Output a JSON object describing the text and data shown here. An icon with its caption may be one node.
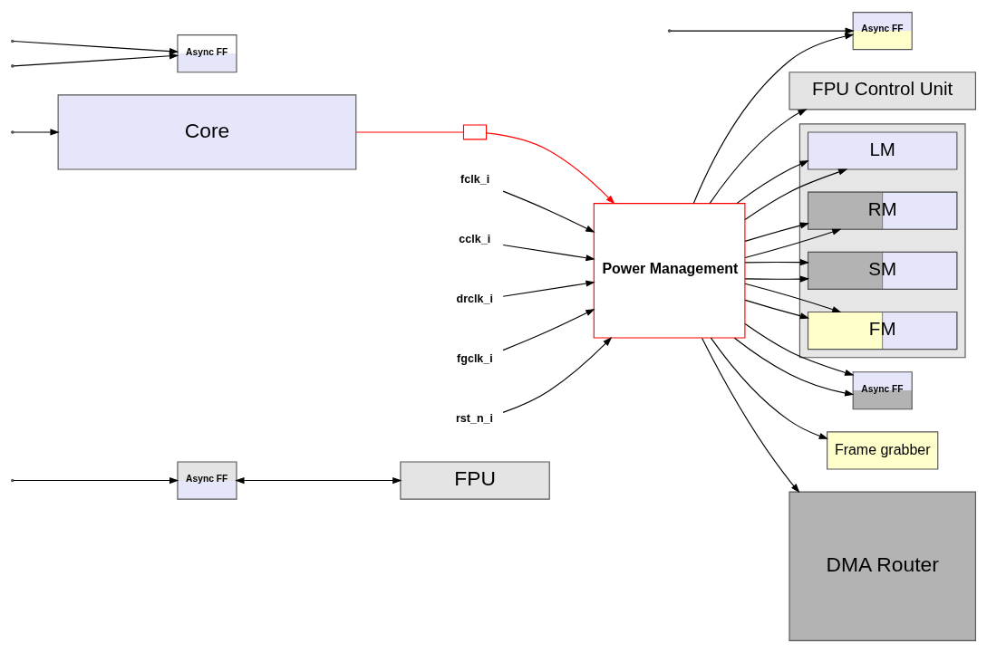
{
  "diagram": {
    "nodes": [
      {
        "text": [
          "FPU"
        ]
      },
      {
        "text": [
          "FPU Control Unit"
        ]
      },
      {
        "text": [
          "Async FF"
        ]
      },
      {
        "text": [
          "Async FF"
        ]
      },
      {
        "text": [
          "Power Management"
        ]
      },
      {
        "text": [],
        "shape": "box"
      },
      {
        "text": [
          "Core"
        ]
      },
      {
        "text": [],
        "shape": "box"
      },
      {
        "text": [
          "LM"
        ],
        "in": 7
      },
      {
        "text": [
          "RM"
        ],
        "in": 7
      },
      {
        "text": [
          "SM"
        ],
        "in": 7
      },
      {
        "text": [
          "FM"
        ],
        "in": 7
      },
      {
        "text": [
          "Async FF"
        ]
      },
      {
        "text": [
          "Async FF"
        ]
      },
      {
        "text": [
          "Frame grabber"
        ]
      },
      {
        "text": [
          "DMA Router"
        ]
      },
      {
        "text": [
          "fclk_i"
        ]
      },
      {
        "text": [
          "cclk_i"
        ]
      },
      {
        "text": [
          "drclk_i"
        ]
      },
      {
        "text": [
          "fgclk_i"
        ]
      },
      {
        "text": [
          "rst_n_i"
        ]
      }
    ],
    "edges": [
      {
        "from": 16,
        "to": 4,
        "arrow": "to"
      },
      {
        "from": 17,
        "to": 4,
        "arrow": "to"
      },
      {
        "from": 18,
        "to": 4,
        "arrow": "to"
      },
      {
        "from": 19,
        "to": 4,
        "arrow": "to"
      },
      {
        "from": 20,
        "to": 4,
        "arrow": "to"
      },
      {
        "from": 6,
        "to": 5,
        "arrow": "none",
        "color": "#ff0000"
      },
      {
        "from": 5,
        "to": 4,
        "arrow": "to",
        "color": "#ff0000"
      },
      {
        "from": 4,
        "to": 1,
        "arrow": "to"
      },
      {
        "from": 2,
        "to": 0,
        "arrow": "both"
      },
      {
        "from": null,
        "to": 3,
        "arrow": "to"
      },
      {
        "from": null,
        "to": 2,
        "arrow": "to"
      },
      {
        "from": null,
        "to": 3,
        "arrow": "to"
      },
      {
        "from": null,
        "to": 6,
        "arrow": "to"
      },
      {
        "from": null,
        "to": 13,
        "arrow": "to"
      },
      {
        "from": 4,
        "to": 12,
        "arrow": "to"
      },
      {
        "from": 4,
        "to": 8,
        "arrow": "to"
      },
      {
        "from": 4,
        "to": 8,
        "arrow": "to"
      },
      {
        "from": 4,
        "to": 9,
        "arrow": "to"
      },
      {
        "from": 4,
        "to": 10,
        "arrow": "to"
      },
      {
        "from": 4,
        "to": 11,
        "arrow": "to"
      },
      {
        "from": 4,
        "to": 9,
        "arrow": "to"
      },
      {
        "from": 4,
        "to": 10,
        "arrow": "to"
      },
      {
        "from": 4,
        "to": 12,
        "arrow": "to"
      },
      {
        "from": 4,
        "to": 15,
        "arrow": "to"
      },
      {
        "from": 4,
        "to": 14,
        "arrow": "to"
      },
      {
        "from": 4,
        "to": 13,
        "arrow": "to"
      },
      {
        "from": 4,
        "to": 11,
        "arrow": "to"
      }
    ]
  }
}
